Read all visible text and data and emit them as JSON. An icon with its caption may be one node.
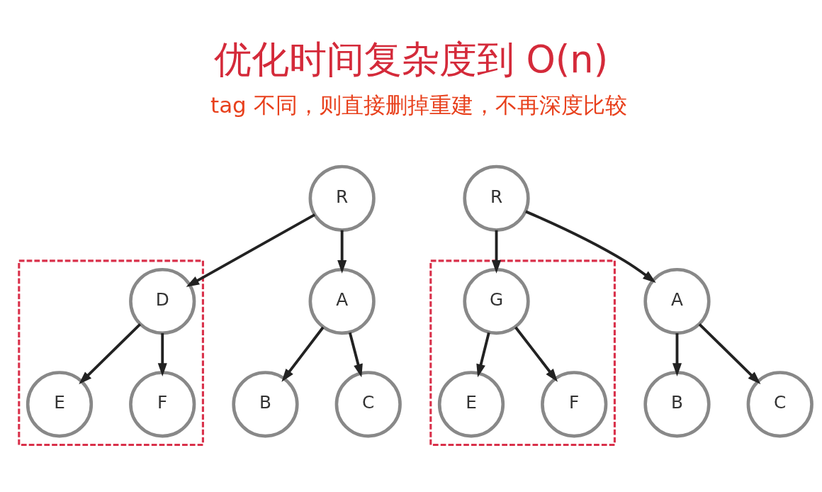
{
  "diagram": {
    "title": "优化时间复杂度到 O(n)",
    "nodes": [
      {
        "text": [
          "R"
        ]
      },
      {
        "text": [
          "A"
        ]
      },
      {
        "text": [
          "B"
        ]
      },
      {
        "text": [
          "C"
        ]
      },
      {
        "text": [],
        "shape": "box"
      },
      {
        "text": [
          "D"
        ],
        "in": 4
      },
      {
        "text": [
          "E"
        ],
        "in": 4
      },
      {
        "text": [
          "F"
        ],
        "in": 4
      },
      {
        "text": [
          "R"
        ]
      },
      {
        "text": [
          "A"
        ]
      },
      {
        "text": [
          "B"
        ]
      },
      {
        "text": [
          "C"
        ]
      },
      {
        "text": [],
        "shape": "box"
      },
      {
        "text": [
          "G"
        ],
        "in": 12
      },
      {
        "text": [
          "E"
        ],
        "in": 12
      },
      {
        "text": [
          "F"
        ],
        "in": 12
      }
    ],
    "edges": [
      {
        "from": 0,
        "to": 1,
        "arrow": "to"
      },
      {
        "from": 0,
        "to": 5,
        "arrow": "to"
      },
      {
        "from": 1,
        "to": 2,
        "arrow": "to"
      },
      {
        "from": 1,
        "to": 3,
        "arrow": "to"
      },
      {
        "from": 5,
        "to": 6,
        "arrow": "to"
      },
      {
        "from": 5,
        "to": 7,
        "arrow": "to"
      },
      {
        "from": 8,
        "to": 9,
        "arrow": "to"
      },
      {
        "from": 8,
        "to": 13,
        "arrow": "to"
      },
      {
        "from": 9,
        "to": 10,
        "arrow": "to"
      },
      {
        "from": 9,
        "to": 11,
        "arrow": "to"
      },
      {
        "from": 13,
        "to": 14,
        "arrow": "to"
      },
      {
        "from": 13,
        "to": 15,
        "arrow": "to"
      }
    ],
    "labels": [
      "tag 不同，则直接删掉重建，不再深度比较"
    ]
  }
}
